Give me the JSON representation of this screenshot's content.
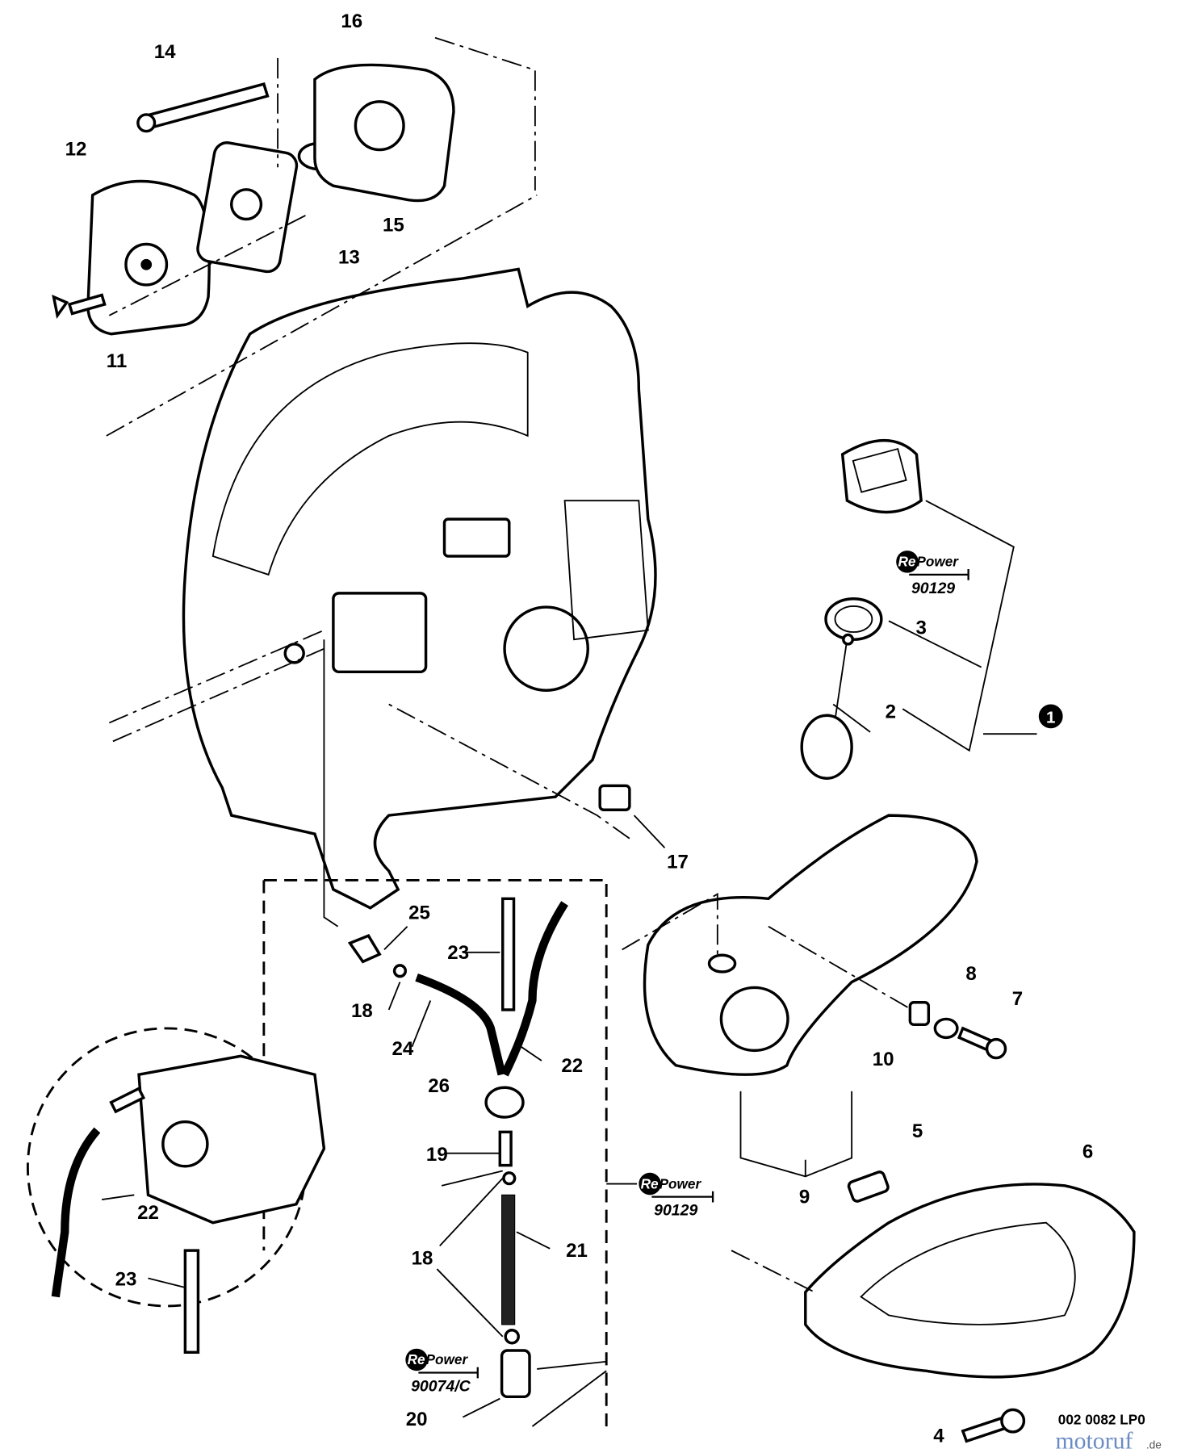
{
  "callouts": {
    "c14": "14",
    "c16": "16",
    "c12": "12",
    "c15": "15",
    "c13": "13",
    "c11": "11",
    "c1": "1",
    "c3": "3",
    "c2": "2",
    "c17": "17",
    "c25": "25",
    "c23a": "23",
    "c18a": "18",
    "c24": "24",
    "c22a": "22",
    "c26": "26",
    "c19": "19",
    "c21": "21",
    "c18b": "18",
    "c20": "20",
    "c22b": "22",
    "c23b": "23",
    "c8": "8",
    "c7": "7",
    "c10": "10",
    "c5": "5",
    "c6": "6",
    "c9": "9",
    "c4": "4"
  },
  "badges": [
    {
      "brand_re": "Re",
      "brand_power": "Power",
      "code": "90129"
    },
    {
      "brand_re": "Re",
      "brand_power": "Power",
      "code": "90129"
    },
    {
      "brand_re": "Re",
      "brand_power": "Power",
      "code": "90074/C"
    }
  ],
  "footer": {
    "diagram_code": "002 0082 LP0",
    "watermark": "motoruf",
    "watermark_tld": ".de"
  },
  "colors": {
    "line": "#000000",
    "background": "#ffffff"
  }
}
